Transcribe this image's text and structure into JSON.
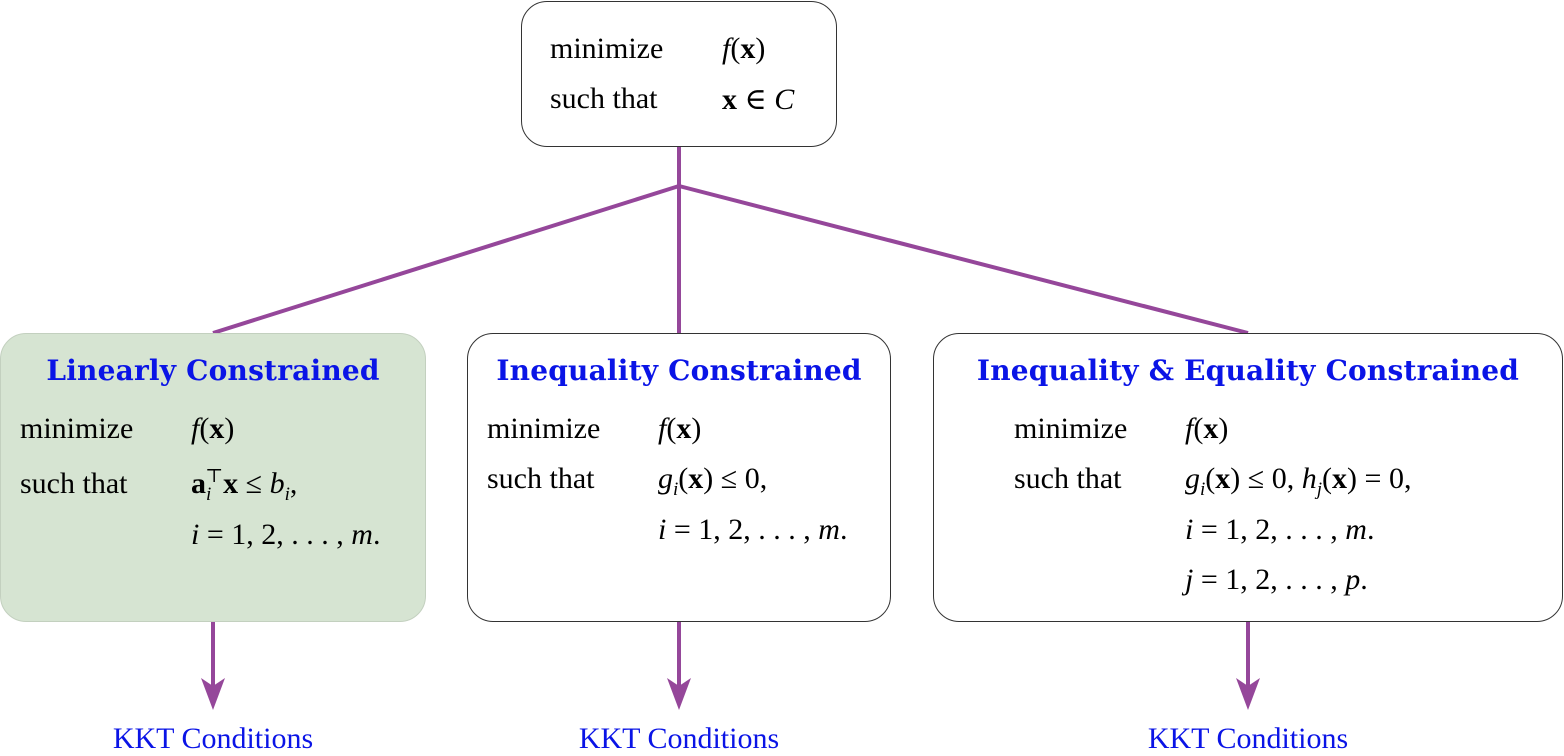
{
  "colors": {
    "connector": "#95479a",
    "title_blue": "#0a14e6",
    "green_fill": "#d6e4d2",
    "border": "#333333"
  },
  "root": {
    "label_minimize": "minimize",
    "label_such_that": "such that",
    "objective": {
      "f": "f",
      "open": "(",
      "x": "x",
      "close": ")"
    },
    "constraint": {
      "x": "x",
      "rel": "∈",
      "set": "C"
    }
  },
  "boxes": [
    {
      "title": "Linearly Constrained",
      "label_minimize": "minimize",
      "label_such_that": "such that",
      "objective": {
        "f": "f",
        "open": "(",
        "x": "x",
        "close": ")"
      },
      "constraint": {
        "a": "a",
        "sub": "i",
        "sup": "⊤",
        "x": "x",
        "rel": "≤",
        "b": "b",
        "bsub": "i",
        "tail": ","
      },
      "index_line": {
        "var": "i",
        "rest": " = 1, 2, . . . , ",
        "last": "m",
        "end": "."
      }
    },
    {
      "title": "Inequality Constrained",
      "label_minimize": "minimize",
      "label_such_that": "such that",
      "objective": {
        "f": "f",
        "open": "(",
        "x": "x",
        "close": ")"
      },
      "constraint": {
        "g": "g",
        "gsub": "i",
        "open": "(",
        "x": "x",
        "close": ")",
        "rest": " ≤ 0,"
      },
      "index_line": {
        "var": "i",
        "rest": " = 1, 2, . . . , ",
        "last": "m",
        "end": "."
      }
    },
    {
      "title": "Inequality & Equality Constrained",
      "label_minimize": "minimize",
      "label_such_that": "such that",
      "objective": {
        "f": "f",
        "open": "(",
        "x": "x",
        "close": ")"
      },
      "constraint": {
        "g": "g",
        "gsub": "i",
        "open": "(",
        "x": "x",
        "close": ")",
        "mid": " ≤ 0, ",
        "h": "h",
        "hsub": "j",
        "open2": "(",
        "x2": "x",
        "close2": ")",
        "rest": " = 0,"
      },
      "index_line": {
        "var": "i",
        "rest": " = 1, 2, . . . , ",
        "last": "m",
        "end": "."
      },
      "index_line2": {
        "var": "j",
        "rest": " = 1, 2, . . . , ",
        "last": "p",
        "end": "."
      }
    }
  ],
  "outputs": [
    "KKT Conditions",
    "KKT Conditions",
    "KKT Conditions"
  ]
}
